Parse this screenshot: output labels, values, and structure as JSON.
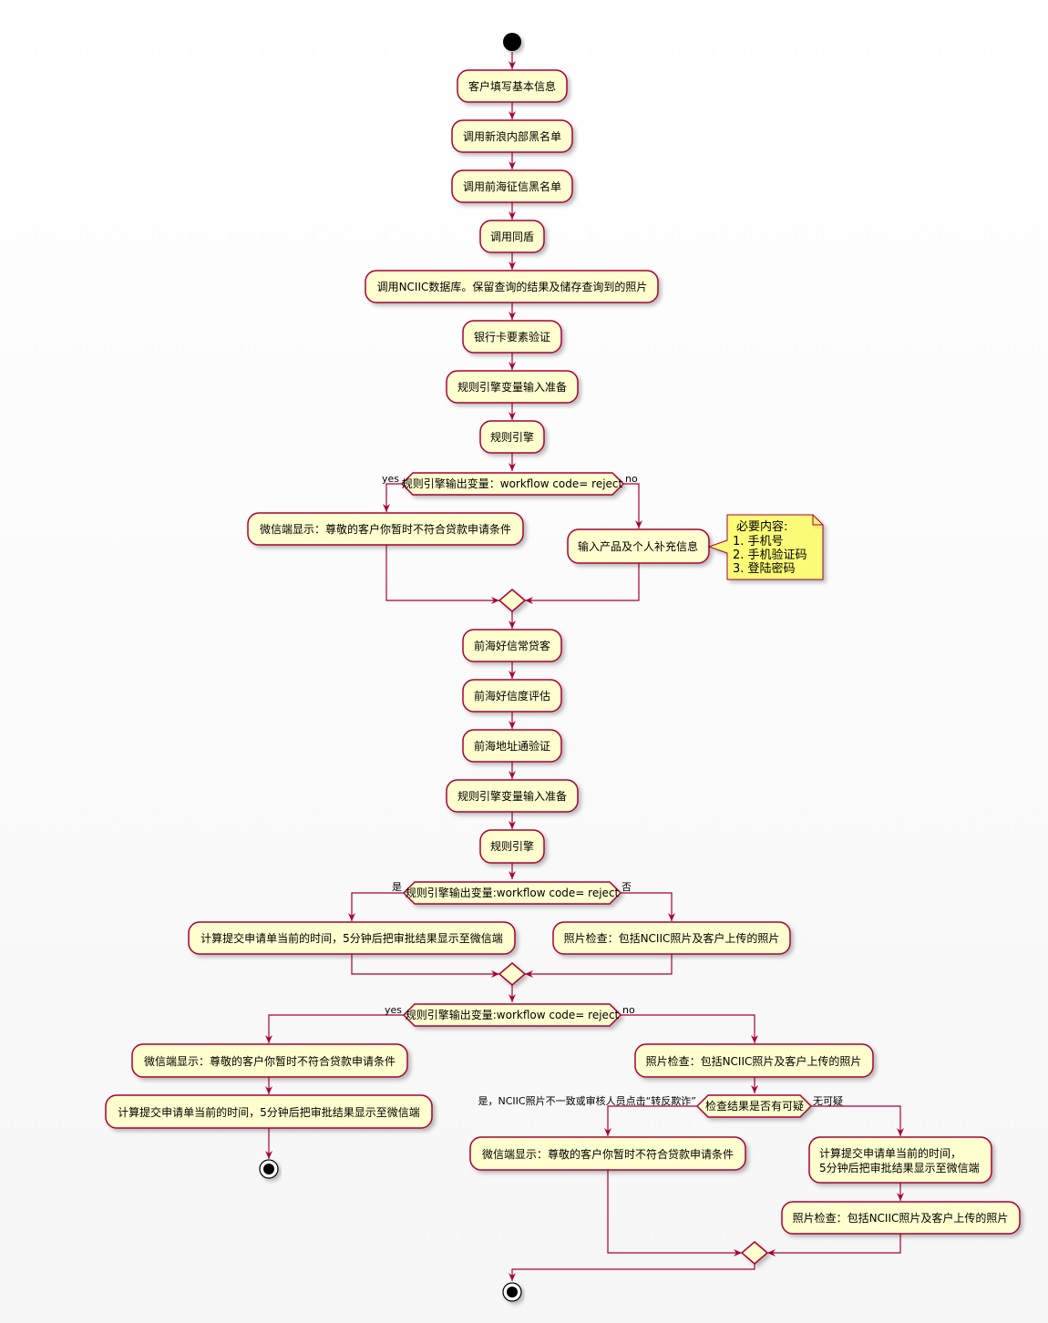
{
  "diagram": {
    "start_node": "start",
    "activities": {
      "a1": "客户填写基本信息",
      "a2": "调用新浪内部黑名单",
      "a3": "调用前海征信黑名单",
      "a4": "调用同盾",
      "a5": "调用NCIIC数据库。保留查询的结果及储存查询到的照片",
      "a6": "银行卡要素验证",
      "a7": "规则引擎变量输入准备",
      "a8": "规则引擎",
      "a9": "微信端显示：尊敬的客户你暂时不符合贷款申请条件",
      "a10": "输入产品及个人补充信息",
      "a11": "前海好信常贷客",
      "a12": "前海好信度评估",
      "a13": "前海地址通验证",
      "a14": "规则引擎变量输入准备",
      "a15": "规则引擎",
      "a16": "计算提交申请单当前的时间，5分钟后把审批结果显示至微信端",
      "a17": "照片检查：包括NCIIC照片及客户上传的照片",
      "a18": "微信端显示：尊敬的客户你暂时不符合贷款申请条件",
      "a19": "计算提交申请单当前的时间，5分钟后把审批结果显示至微信端",
      "a20": "照片检查：包括NCIIC照片及客户上传的照片",
      "a21": "微信端显示：尊敬的客户你暂时不符合贷款申请条件",
      "a22a": "计算提交申请单当前的时间，",
      "a22b": "5分钟后把审批结果显示至微信端",
      "a23": "照片检查：包括NCIIC照片及客户上传的照片"
    },
    "decisions": {
      "d1": "规则引擎输出变量：workflow code= reject",
      "d2": "规则引擎输出变量:workflow code= reject",
      "d3": "规则引擎输出变量:workflow code= reject",
      "d4": "检查结果是否有可疑"
    },
    "branch_labels": {
      "d1_yes": "yes",
      "d1_no": "no",
      "d2_yes": "是",
      "d2_no": "否",
      "d3_yes": "yes",
      "d3_no": "no",
      "d4_yes": "是，NCIIC照片不一致或审核人员点击“转反欺诈”",
      "d4_no": "无可疑"
    },
    "note": {
      "line1": "必要内容:",
      "line2": "1. 手机号",
      "line3": "2. 手机验证码",
      "line4": "3. 登陆密码"
    },
    "colors": {
      "activity_fill": "#FEFECE",
      "border": "#A80036",
      "note_fill": "#FBFB77",
      "start_fill": "#000000"
    }
  }
}
